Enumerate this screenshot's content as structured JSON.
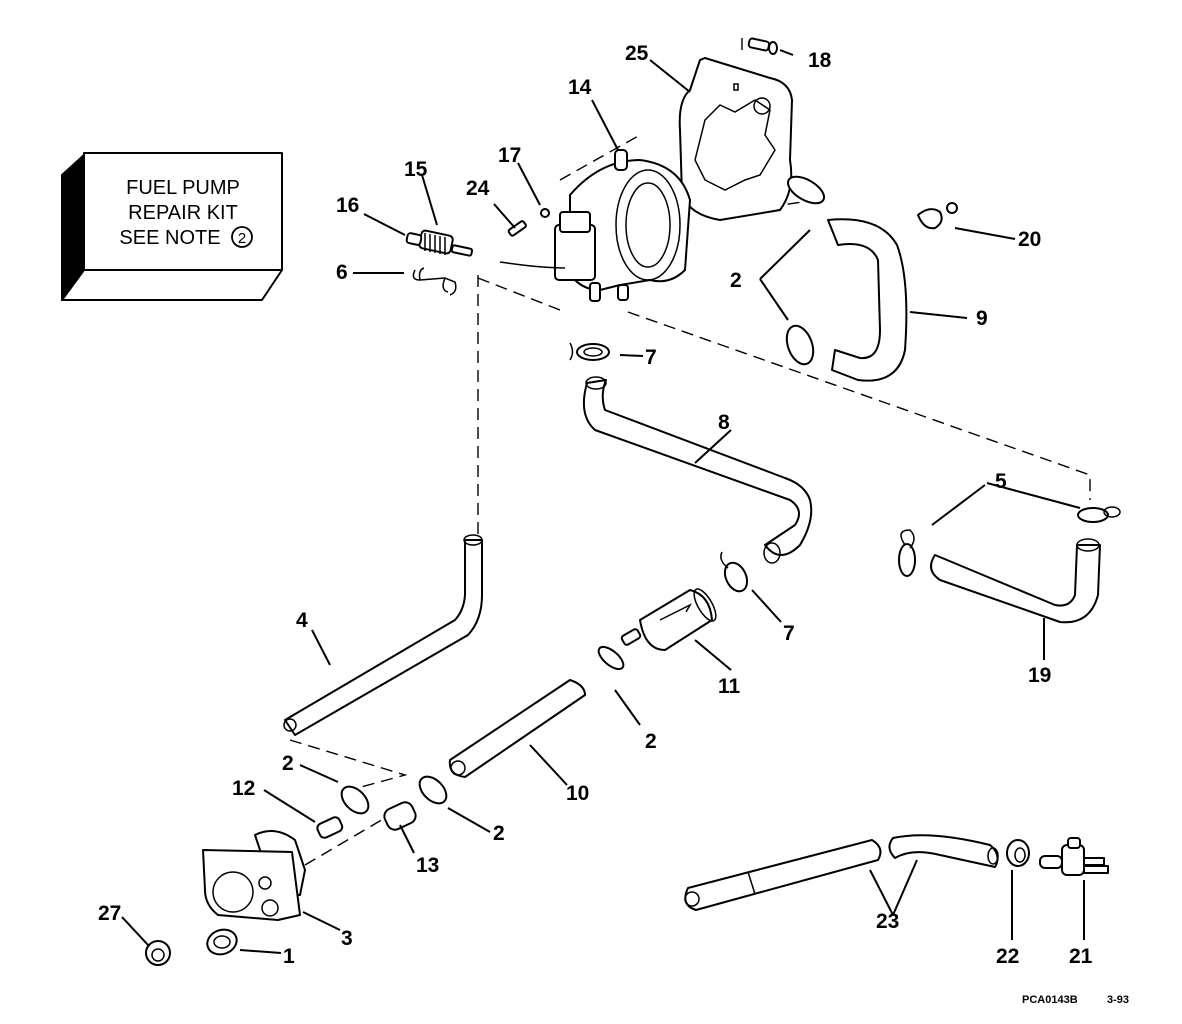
{
  "diagram": {
    "subject": "Fuel pump and fuel line assembly (exploded parts view)",
    "kit_box": {
      "lines": [
        "FUEL PUMP",
        "REPAIR KIT",
        "SEE NOTE"
      ],
      "note_number": "2"
    },
    "callouts": [
      {
        "id": "c1",
        "number": "1",
        "part": "clamp"
      },
      {
        "id": "c2a",
        "number": "2",
        "part": "hose clamp (pump outlet)"
      },
      {
        "id": "c2b",
        "number": "2",
        "part": "hose clamp (filter)"
      },
      {
        "id": "c2c",
        "number": "2",
        "part": "hose clamp (hose 10)"
      },
      {
        "id": "c2d",
        "number": "2",
        "part": "hose clamp (fitting)"
      },
      {
        "id": "c3",
        "number": "3",
        "part": "fuel filter housing"
      },
      {
        "id": "c4",
        "number": "4",
        "part": "fuel hose"
      },
      {
        "id": "c5",
        "number": "5",
        "part": "hose clamps"
      },
      {
        "id": "c6",
        "number": "6",
        "part": "retainer clip"
      },
      {
        "id": "c7a",
        "number": "7",
        "part": "hose clamp (upper)"
      },
      {
        "id": "c7b",
        "number": "7",
        "part": "hose clamp (filter)"
      },
      {
        "id": "c8",
        "number": "8",
        "part": "fuel hose"
      },
      {
        "id": "c9",
        "number": "9",
        "part": "fuel hose"
      },
      {
        "id": "c10",
        "number": "10",
        "part": "fuel hose"
      },
      {
        "id": "c11",
        "number": "11",
        "part": "inline fuel filter"
      },
      {
        "id": "c12",
        "number": "12",
        "part": "fitting"
      },
      {
        "id": "c13",
        "number": "13",
        "part": "fitting"
      },
      {
        "id": "c14",
        "number": "14",
        "part": "fuel pump"
      },
      {
        "id": "c15",
        "number": "15",
        "part": "primer solenoid valve"
      },
      {
        "id": "c16",
        "number": "16",
        "part": "fitting"
      },
      {
        "id": "c17",
        "number": "17",
        "part": "washer"
      },
      {
        "id": "c18",
        "number": "18",
        "part": "screw"
      },
      {
        "id": "c19",
        "number": "19",
        "part": "fuel hose"
      },
      {
        "id": "c20",
        "number": "20",
        "part": "clamp"
      },
      {
        "id": "c21",
        "number": "21",
        "part": "connector"
      },
      {
        "id": "c22",
        "number": "22",
        "part": "clamp"
      },
      {
        "id": "c23",
        "number": "23",
        "part": "fuel hoses"
      },
      {
        "id": "c24",
        "number": "24",
        "part": "screw"
      },
      {
        "id": "c25",
        "number": "25",
        "part": "mounting bracket"
      },
      {
        "id": "c27",
        "number": "27",
        "part": "clamp"
      }
    ],
    "footer": {
      "code": "PCA0143B",
      "date": "3-93"
    }
  }
}
